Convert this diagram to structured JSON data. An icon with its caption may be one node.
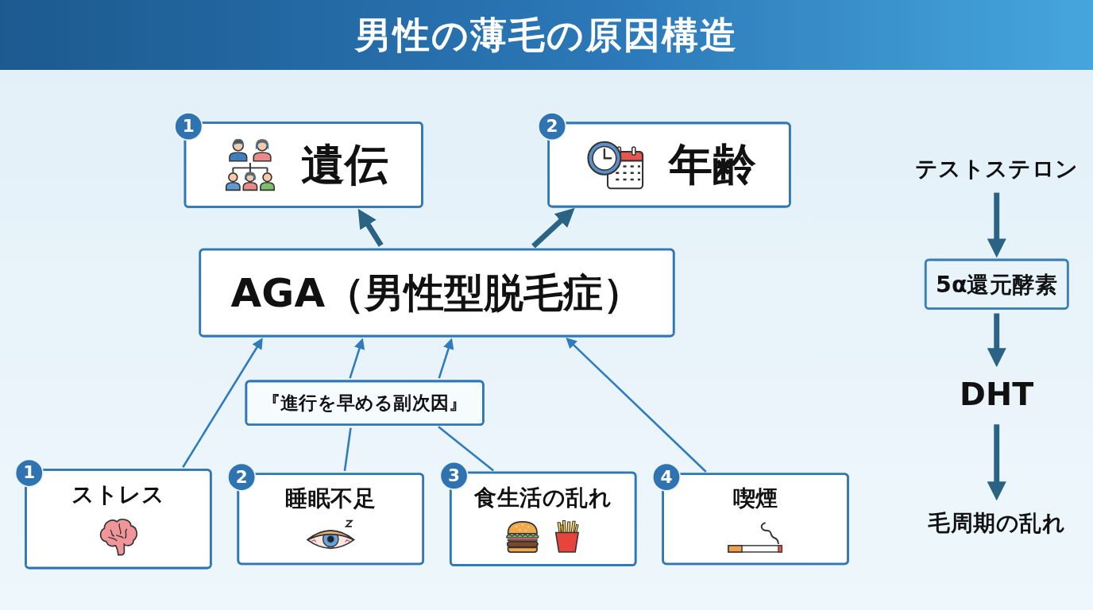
{
  "diagram": {
    "title": "男性の薄毛の原因構造",
    "nodes": [
      {
        "text": [
          "1",
          "遺伝"
        ]
      },
      {
        "text": [
          "2",
          "年齢"
        ]
      },
      {
        "text": [
          "AGA（男性型脱毛症）"
        ]
      },
      {
        "text": [
          "『進行を早める副次因』"
        ]
      },
      {
        "text": [
          "1",
          "ストレス"
        ]
      },
      {
        "text": [
          "2",
          "睡眠不足"
        ]
      },
      {
        "text": [
          "3",
          "食生活の乱れ"
        ]
      },
      {
        "text": [
          "4",
          "喫煙"
        ]
      },
      {
        "text": [
          "テストステロン"
        ]
      },
      {
        "text": [
          "5α還元酵素"
        ]
      },
      {
        "text": [
          "DHT"
        ]
      },
      {
        "text": [
          "毛周期の乱れ"
        ]
      }
    ],
    "edges": [
      {
        "from": 2,
        "to": 0,
        "arrow": "to",
        "style": "thick",
        "color": "#2b6384"
      },
      {
        "from": 2,
        "to": 1,
        "arrow": "to",
        "style": "thick",
        "color": "#2b6384"
      },
      {
        "from": 4,
        "to": 2,
        "arrow": "to"
      },
      {
        "from": 5,
        "to": 3,
        "arrow": "none"
      },
      {
        "from": 3,
        "to": 2,
        "arrow": "to"
      },
      {
        "from": 6,
        "to": 3,
        "arrow": "none"
      },
      {
        "from": 3,
        "to": 2,
        "arrow": "to"
      },
      {
        "from": 7,
        "to": 2,
        "arrow": "to"
      },
      {
        "from": 8,
        "to": 9,
        "arrow": "to",
        "style": "thick",
        "color": "#2b6384"
      },
      {
        "from": 9,
        "to": 10,
        "arrow": "to",
        "style": "thick",
        "color": "#2b6384"
      },
      {
        "from": 10,
        "to": 11,
        "arrow": "to",
        "style": "thick",
        "color": "#2b6384"
      }
    ]
  }
}
